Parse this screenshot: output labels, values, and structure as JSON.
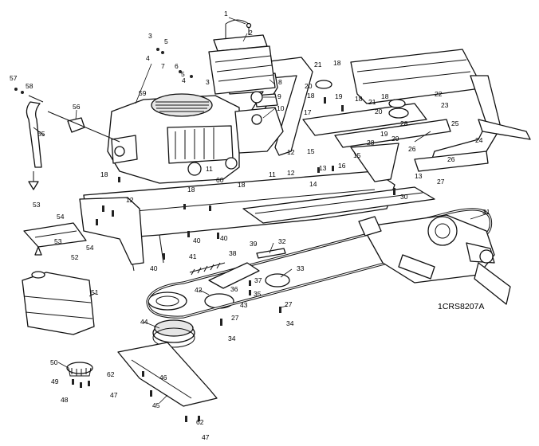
{
  "reference_code": "1CRS8207A",
  "callouts": [
    {
      "id": "c1",
      "text": "1"
    },
    {
      "id": "c2",
      "text": "2"
    },
    {
      "id": "c3a",
      "text": "3"
    },
    {
      "id": "c3b",
      "text": "3"
    },
    {
      "id": "c4a",
      "text": "4"
    },
    {
      "id": "c4b",
      "text": "4"
    },
    {
      "id": "c5a",
      "text": "5"
    },
    {
      "id": "c5b",
      "text": "5"
    },
    {
      "id": "c6",
      "text": "6"
    },
    {
      "id": "c7",
      "text": "7"
    },
    {
      "id": "c8",
      "text": "8"
    },
    {
      "id": "c9",
      "text": "9"
    },
    {
      "id": "c10",
      "text": "10"
    },
    {
      "id": "c11a",
      "text": "11"
    },
    {
      "id": "c11b",
      "text": "11"
    },
    {
      "id": "c12a",
      "text": "12"
    },
    {
      "id": "c12b",
      "text": "12"
    },
    {
      "id": "c12c",
      "text": "12"
    },
    {
      "id": "c13a",
      "text": "13"
    },
    {
      "id": "c13b",
      "text": "13"
    },
    {
      "id": "c14",
      "text": "14"
    },
    {
      "id": "c15a",
      "text": "15"
    },
    {
      "id": "c15b",
      "text": "15"
    },
    {
      "id": "c16",
      "text": "16"
    },
    {
      "id": "c17",
      "text": "17"
    },
    {
      "id": "c18a",
      "text": "18"
    },
    {
      "id": "c18b",
      "text": "18"
    },
    {
      "id": "c18c",
      "text": "18"
    },
    {
      "id": "c18d",
      "text": "18"
    },
    {
      "id": "c18e",
      "text": "18"
    },
    {
      "id": "c18f",
      "text": "18"
    },
    {
      "id": "c18g",
      "text": "18"
    },
    {
      "id": "c19a",
      "text": "19"
    },
    {
      "id": "c19b",
      "text": "19"
    },
    {
      "id": "c20a",
      "text": "20"
    },
    {
      "id": "c20b",
      "text": "20"
    },
    {
      "id": "c21a",
      "text": "21"
    },
    {
      "id": "c21b",
      "text": "21"
    },
    {
      "id": "c22",
      "text": "22"
    },
    {
      "id": "c23",
      "text": "23"
    },
    {
      "id": "c24",
      "text": "24"
    },
    {
      "id": "c25",
      "text": "25"
    },
    {
      "id": "c26a",
      "text": "26"
    },
    {
      "id": "c26b",
      "text": "26"
    },
    {
      "id": "c27a",
      "text": "27"
    },
    {
      "id": "c27b",
      "text": "27"
    },
    {
      "id": "c27c",
      "text": "27"
    },
    {
      "id": "c28a",
      "text": "28"
    },
    {
      "id": "c28b",
      "text": "28"
    },
    {
      "id": "c29",
      "text": "29"
    },
    {
      "id": "c30",
      "text": "30"
    },
    {
      "id": "c31",
      "text": "31"
    },
    {
      "id": "c32",
      "text": "32"
    },
    {
      "id": "c33",
      "text": "33"
    },
    {
      "id": "c34a",
      "text": "34"
    },
    {
      "id": "c34b",
      "text": "34"
    },
    {
      "id": "c35",
      "text": "35"
    },
    {
      "id": "c36",
      "text": "36"
    },
    {
      "id": "c37",
      "text": "37"
    },
    {
      "id": "c38",
      "text": "38"
    },
    {
      "id": "c39",
      "text": "39"
    },
    {
      "id": "c40a",
      "text": "40"
    },
    {
      "id": "c40b",
      "text": "40"
    },
    {
      "id": "c40c",
      "text": "40"
    },
    {
      "id": "c41",
      "text": "41"
    },
    {
      "id": "c42",
      "text": "42"
    },
    {
      "id": "c43",
      "text": "43"
    },
    {
      "id": "c44",
      "text": "44"
    },
    {
      "id": "c45",
      "text": "45"
    },
    {
      "id": "c46",
      "text": "46"
    },
    {
      "id": "c47a",
      "text": "47"
    },
    {
      "id": "c47b",
      "text": "47"
    },
    {
      "id": "c48",
      "text": "48"
    },
    {
      "id": "c49",
      "text": "49"
    },
    {
      "id": "c50",
      "text": "50"
    },
    {
      "id": "c51",
      "text": "51"
    },
    {
      "id": "c52",
      "text": "52"
    },
    {
      "id": "c53a",
      "text": "53"
    },
    {
      "id": "c53b",
      "text": "53"
    },
    {
      "id": "c54a",
      "text": "54"
    },
    {
      "id": "c54b",
      "text": "54"
    },
    {
      "id": "c55",
      "text": "55"
    },
    {
      "id": "c56",
      "text": "56"
    },
    {
      "id": "c57",
      "text": "57"
    },
    {
      "id": "c58",
      "text": "58"
    },
    {
      "id": "c59",
      "text": "59"
    },
    {
      "id": "c60",
      "text": "60"
    },
    {
      "id": "c62a",
      "text": "62"
    },
    {
      "id": "c62b",
      "text": "62"
    }
  ]
}
